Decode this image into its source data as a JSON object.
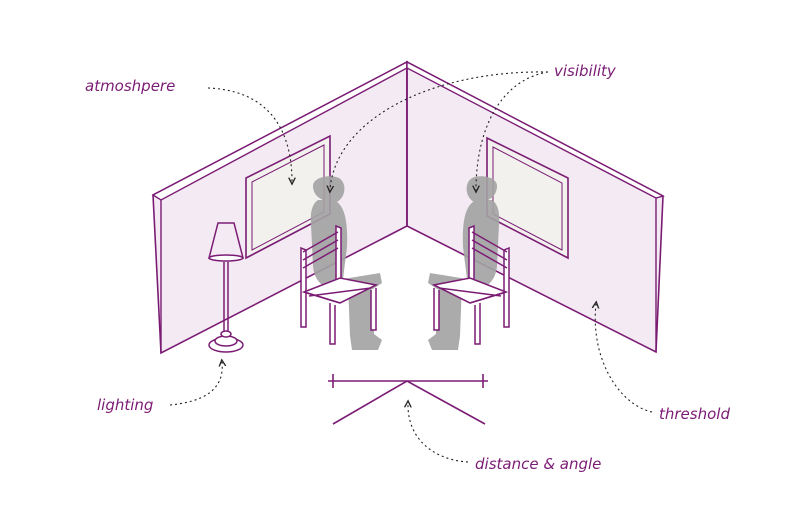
{
  "labels": {
    "atmosphere": "atmoshpere",
    "visibility": "visibility",
    "lighting": "lighting",
    "threshold": "threshold",
    "distance_angle": "distance & angle"
  },
  "colors": {
    "line": "#7b1c74",
    "wall_fill": "#f4eaf3",
    "window_fill": "#f2f1ee",
    "figure": "#a3a3a3",
    "label": "#7b1c74",
    "arrow": "#222222"
  }
}
